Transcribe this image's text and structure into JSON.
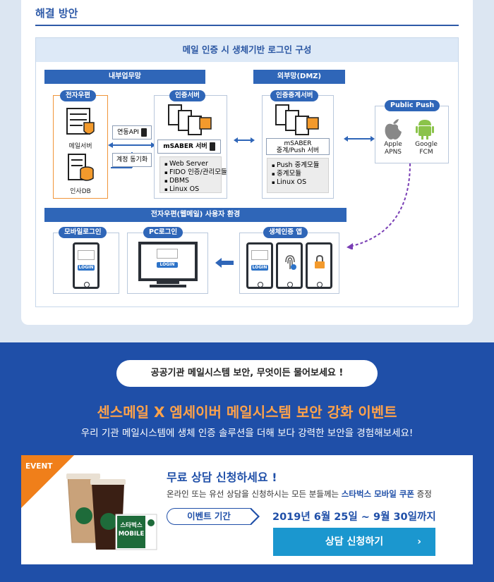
{
  "section": {
    "title": "해결 방안"
  },
  "diagram": {
    "heading": "메일 인증 시 생체기반 로그인 구성",
    "internal_zone": "내부업무망",
    "dmz_zone": "외부망(DMZ)",
    "email_system": {
      "label": "전자우편",
      "mail_server": "메일서버",
      "hr_db": "인사DB"
    },
    "link_api": "연동API",
    "account_sync": "계정 동기화",
    "auth_server": {
      "label": "인증서버",
      "name": "mSABER 서버",
      "features": [
        "Web Server",
        "FIDO 인증/관리모듈",
        "DBMS",
        "Linux OS"
      ]
    },
    "relay_server": {
      "label": "인증중계서버",
      "name_line1": "mSABER",
      "name_line2": "중계/Push 서버",
      "features": [
        "Push 중계모듈",
        "중계모듈",
        "Linux OS"
      ]
    },
    "public_push": {
      "label": "Public Push",
      "apple_line1": "Apple",
      "apple_line2": "APNS",
      "google_line1": "Google",
      "google_line2": "FCM"
    },
    "user_env": "전자우편(웹메일) 사용자 환경",
    "mobile_login": "모바일로그인",
    "pc_login": "PC로그인",
    "bio_app": "생체인증 앱",
    "login_text": "LOGIN"
  },
  "event": {
    "question_pill": "공공기관 메일시스템 보안, 무엇이든 물어보세요 !",
    "title": "센스메일 X 엠세이버 메일시스템 보안 강화 이벤트",
    "subtitle": "우리 기관 메일시스템에 생체 인증 솔루션을 더해 보다 강력한 보안을 경험해보세요!",
    "corner": "EVENT",
    "free_consult": "무료 상담 신청하세요 !",
    "desc_before": "온라인 또는 유선 상담을 신청하시는 모든 분들께는 ",
    "desc_highlight": "스타벅스 모바일 쿠폰",
    "desc_after": " 증정",
    "period_label": "이벤트 기간",
    "period_value": "2019년 6월 25일 ~ 9월 30일까지",
    "apply_button": "상담 신청하기",
    "coupon_line1": "스타벅스",
    "coupon_line2": "MOBILE"
  },
  "colors": {
    "brand_blue": "#1f4fa8",
    "accent_orange": "#f07f1a",
    "button_cyan": "#1b97cf"
  }
}
